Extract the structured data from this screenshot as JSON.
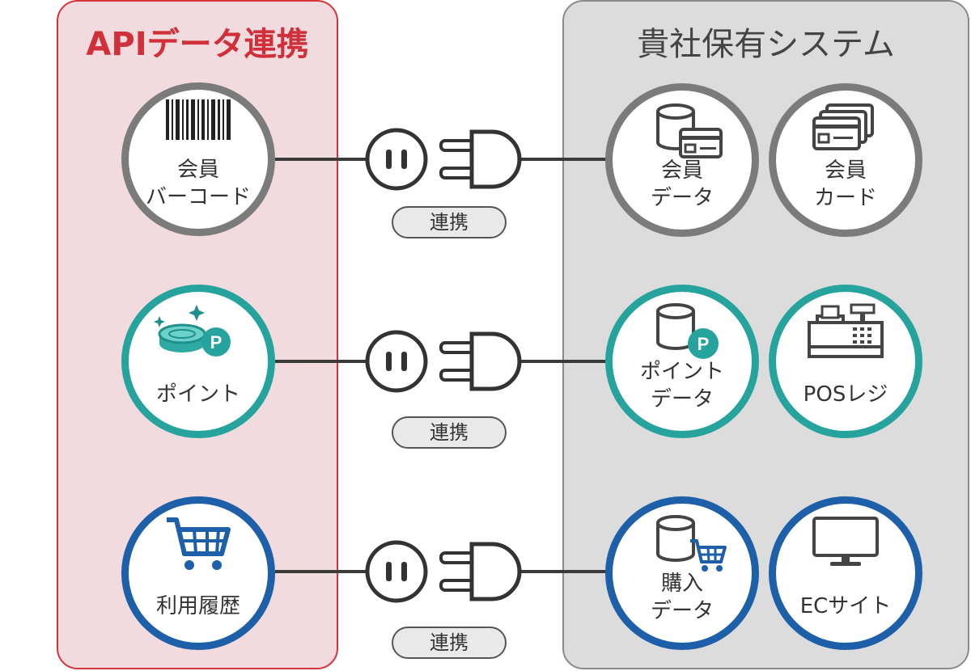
{
  "left_panel": {
    "title": "APIデータ連携"
  },
  "right_panel": {
    "title": "貴社保有システム"
  },
  "link_label": "連携",
  "rows": [
    {
      "api": {
        "label": "会員\nバーコード",
        "icon": "barcode-icon",
        "color": "#7b7b7b"
      },
      "systems": [
        {
          "label": "会員\nデータ",
          "icon": "member-database-icon"
        },
        {
          "label": "会員\nカード",
          "icon": "member-card-icon"
        }
      ]
    },
    {
      "api": {
        "label": "ポイント",
        "icon": "point-coins-icon",
        "color": "#27a39e"
      },
      "systems": [
        {
          "label": "ポイント\nデータ",
          "icon": "point-database-icon"
        },
        {
          "label": "POSレジ",
          "icon": "pos-register-icon"
        }
      ]
    },
    {
      "api": {
        "label": "利用履歴",
        "icon": "shopping-cart-icon",
        "color": "#1d5fa8"
      },
      "systems": [
        {
          "label": "購入\nデータ",
          "icon": "purchase-database-icon"
        },
        {
          "label": "ECサイト",
          "icon": "ec-monitor-icon"
        }
      ]
    }
  ]
}
